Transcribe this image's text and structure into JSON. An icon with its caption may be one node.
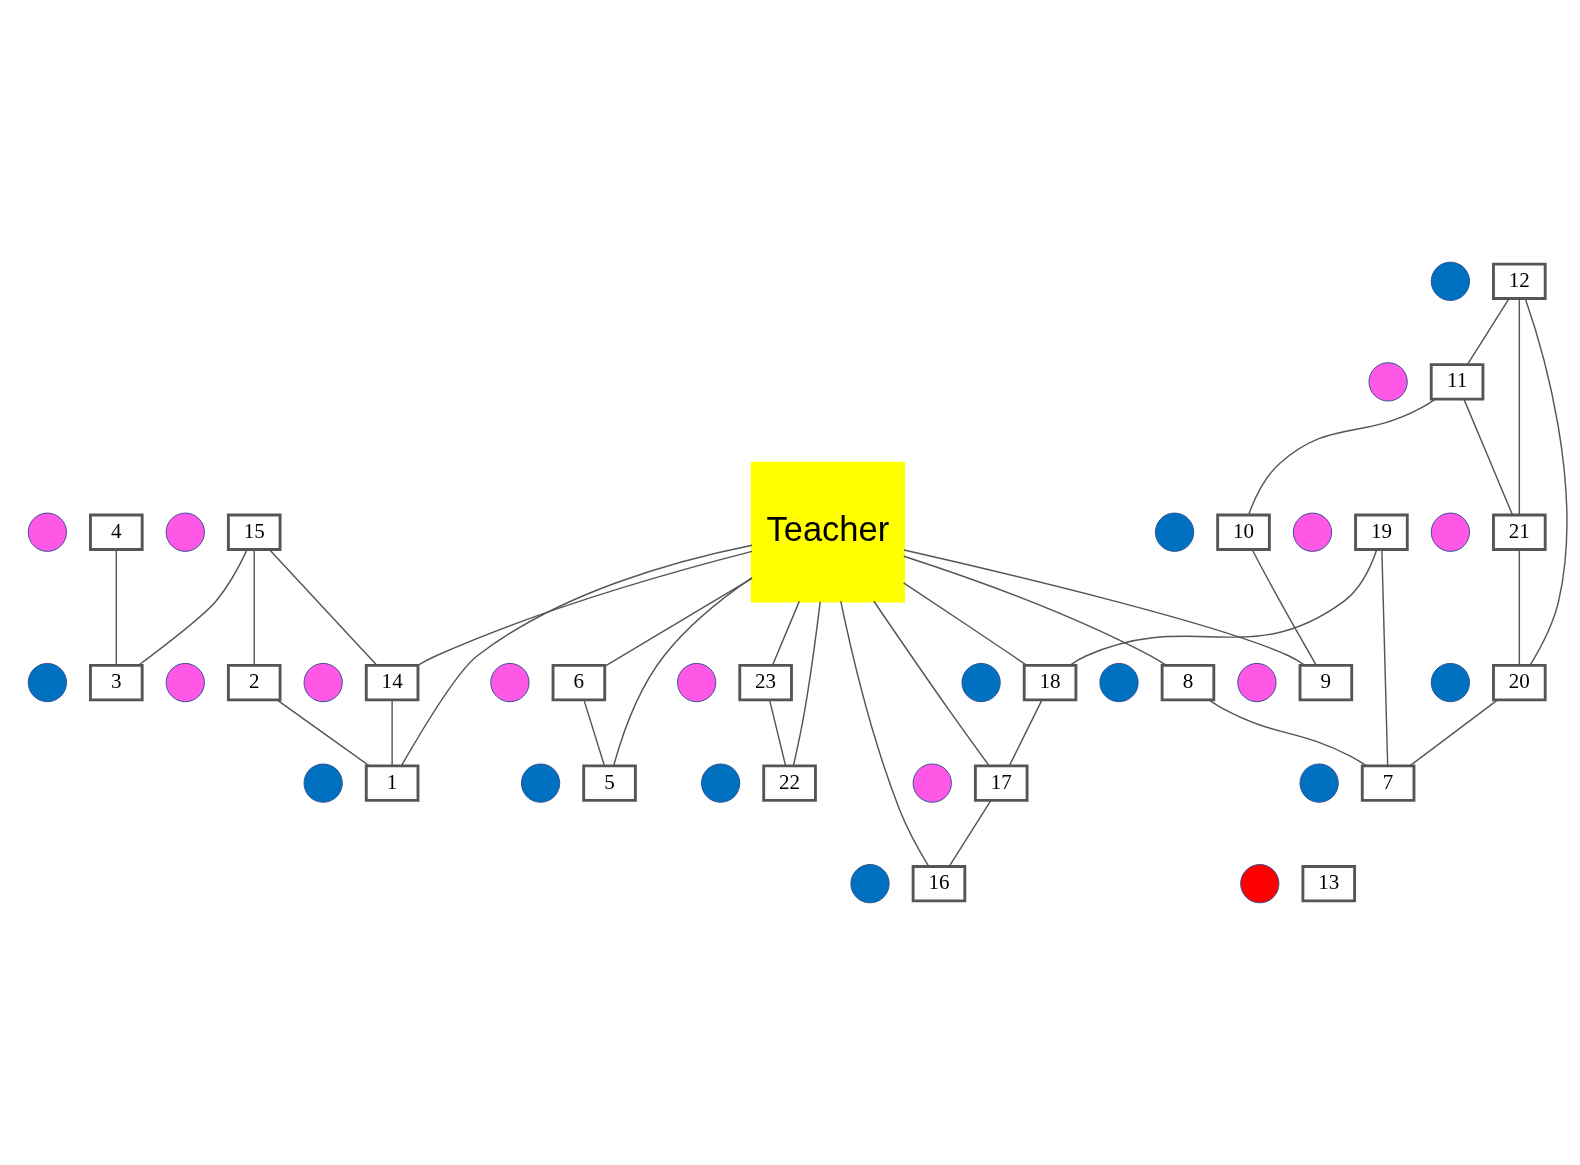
{
  "diagram": {
    "nodes": [
      {
        "text": [
          "1"
        ]
      },
      {
        "text": [
          "2"
        ]
      },
      {
        "text": [
          "3"
        ]
      },
      {
        "text": [
          "4"
        ]
      },
      {
        "text": [
          "5"
        ]
      },
      {
        "text": [
          "6"
        ]
      },
      {
        "text": [
          "7"
        ]
      },
      {
        "text": [
          "8"
        ]
      },
      {
        "text": [
          "9"
        ]
      },
      {
        "text": [
          "10"
        ]
      },
      {
        "text": [
          "11"
        ]
      },
      {
        "text": [
          "12"
        ]
      },
      {
        "text": [
          "13"
        ]
      },
      {
        "text": [
          "14"
        ]
      },
      {
        "text": [
          "15"
        ]
      },
      {
        "text": [
          "16"
        ]
      },
      {
        "text": [
          "17"
        ]
      },
      {
        "text": [
          "18"
        ]
      },
      {
        "text": [
          "19"
        ]
      },
      {
        "text": [
          "20"
        ]
      },
      {
        "text": [
          "21"
        ]
      },
      {
        "text": [
          "22"
        ]
      },
      {
        "text": [
          "23"
        ]
      },
      {
        "text": [
          "Teacher"
        ]
      },
      {
        "text": [],
        "shape": "circle"
      },
      {
        "text": [],
        "shape": "circle"
      },
      {
        "text": [],
        "shape": "circle"
      },
      {
        "text": [],
        "shape": "circle"
      },
      {
        "text": [],
        "shape": "circle"
      },
      {
        "text": [],
        "shape": "circle"
      },
      {
        "text": [],
        "shape": "circle"
      },
      {
        "text": [],
        "shape": "circle"
      },
      {
        "text": [],
        "shape": "circle"
      },
      {
        "text": [],
        "shape": "circle"
      },
      {
        "text": [],
        "shape": "circle"
      },
      {
        "text": [],
        "shape": "circle"
      },
      {
        "text": [],
        "shape": "circle"
      },
      {
        "text": [],
        "shape": "circle"
      },
      {
        "text": [],
        "shape": "circle"
      },
      {
        "text": [],
        "shape": "circle"
      },
      {
        "text": [],
        "shape": "circle"
      },
      {
        "text": [],
        "shape": "circle"
      },
      {
        "text": [],
        "shape": "circle"
      },
      {
        "text": [],
        "shape": "circle"
      },
      {
        "text": [],
        "shape": "circle"
      },
      {
        "text": [],
        "shape": "circle"
      },
      {
        "text": [],
        "shape": "circle"
      }
    ],
    "edges": [
      {
        "from": 0,
        "to": 1,
        "arrow": "none"
      },
      {
        "from": 0,
        "to": 13,
        "arrow": "none"
      },
      {
        "from": 0,
        "to": 23,
        "arrow": "none"
      },
      {
        "from": 1,
        "to": 14,
        "arrow": "none"
      },
      {
        "from": 13,
        "to": 14,
        "arrow": "none"
      },
      {
        "from": 13,
        "to": 23,
        "arrow": "none"
      },
      {
        "from": 2,
        "to": 3,
        "arrow": "none"
      },
      {
        "from": 2,
        "to": 14,
        "arrow": "none"
      },
      {
        "from": 15,
        "to": 16,
        "arrow": "none"
      },
      {
        "from": 15,
        "to": 23,
        "arrow": "none"
      },
      {
        "from": 16,
        "to": 17,
        "arrow": "none"
      },
      {
        "from": 16,
        "to": 23,
        "arrow": "none"
      },
      {
        "from": 4,
        "to": 5,
        "arrow": "none"
      },
      {
        "from": 4,
        "to": 23,
        "arrow": "none"
      },
      {
        "from": 5,
        "to": 23,
        "arrow": "none"
      },
      {
        "from": 17,
        "to": 23,
        "arrow": "none"
      },
      {
        "from": 17,
        "to": 18,
        "arrow": "none"
      },
      {
        "from": 6,
        "to": 7,
        "arrow": "none"
      },
      {
        "from": 6,
        "to": 18,
        "arrow": "none"
      },
      {
        "from": 6,
        "to": 19,
        "arrow": "none"
      },
      {
        "from": 7,
        "to": 23,
        "arrow": "none"
      },
      {
        "from": 8,
        "to": 23,
        "arrow": "none"
      },
      {
        "from": 8,
        "to": 9,
        "arrow": "none"
      },
      {
        "from": 9,
        "to": 10,
        "arrow": "none"
      },
      {
        "from": 19,
        "to": 20,
        "arrow": "none"
      },
      {
        "from": 19,
        "to": 11,
        "arrow": "none"
      },
      {
        "from": 20,
        "to": 10,
        "arrow": "none"
      },
      {
        "from": 20,
        "to": 11,
        "arrow": "none"
      },
      {
        "from": 10,
        "to": 11,
        "arrow": "none"
      },
      {
        "from": 21,
        "to": 22,
        "arrow": "none"
      },
      {
        "from": 21,
        "to": 23,
        "arrow": "none"
      },
      {
        "from": 22,
        "to": 23,
        "arrow": "none"
      }
    ]
  }
}
